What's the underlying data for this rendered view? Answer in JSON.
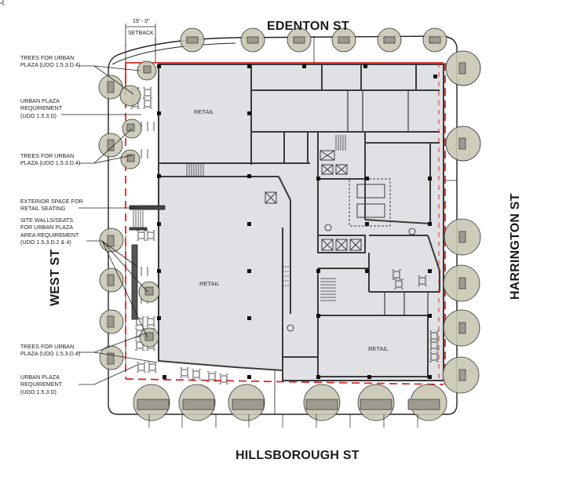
{
  "diagram": {
    "type": "architectural ground floor site plan",
    "streets": {
      "north": "EDENTON ST",
      "south": "HILLSBOROUGH ST",
      "west": "WEST ST",
      "east": "HARRINGTON ST"
    },
    "dimension": {
      "value": "19' - 0\"",
      "label": "SETBACK"
    },
    "rooms": [
      {
        "label": "RETAIL",
        "location": "northwest"
      },
      {
        "label": "RETAIL",
        "location": "west"
      },
      {
        "label": "RETAIL",
        "location": "southeast"
      }
    ],
    "annotations": [
      {
        "text": "TREES FOR URBAN\nPLAZA (UDO 1.5.3.D.4)"
      },
      {
        "text": "URBAN PLAZA\nREQUIREMENT\n(UDO 1.5.3.D)"
      },
      {
        "text": "TREES FOR URBAN\nPLAZA (UDO 1.5.3.D.4)"
      },
      {
        "text": "EXTERIOR SPACE FOR\nRETAIL SEATING"
      },
      {
        "text": "SITE WALLS/SEATS\nFOR URBAN PLAZA\nAREA REQUIREMENT\n(UDO 1.5.3.D.2 & 4)"
      },
      {
        "text": "TREES FOR URBAN\nPLAZA (UDO 1.5.3.D.4)"
      },
      {
        "text": "URBAN PLAZA\nREQUIREMENT\n(UDO 1.5.3.D)"
      }
    ],
    "colors": {
      "building_fill": "#dfe1e4",
      "wall": "#3a3a3a",
      "tree_fill": "#c9c7b3",
      "property_line": "#d42a2a",
      "line": "#222222"
    }
  }
}
